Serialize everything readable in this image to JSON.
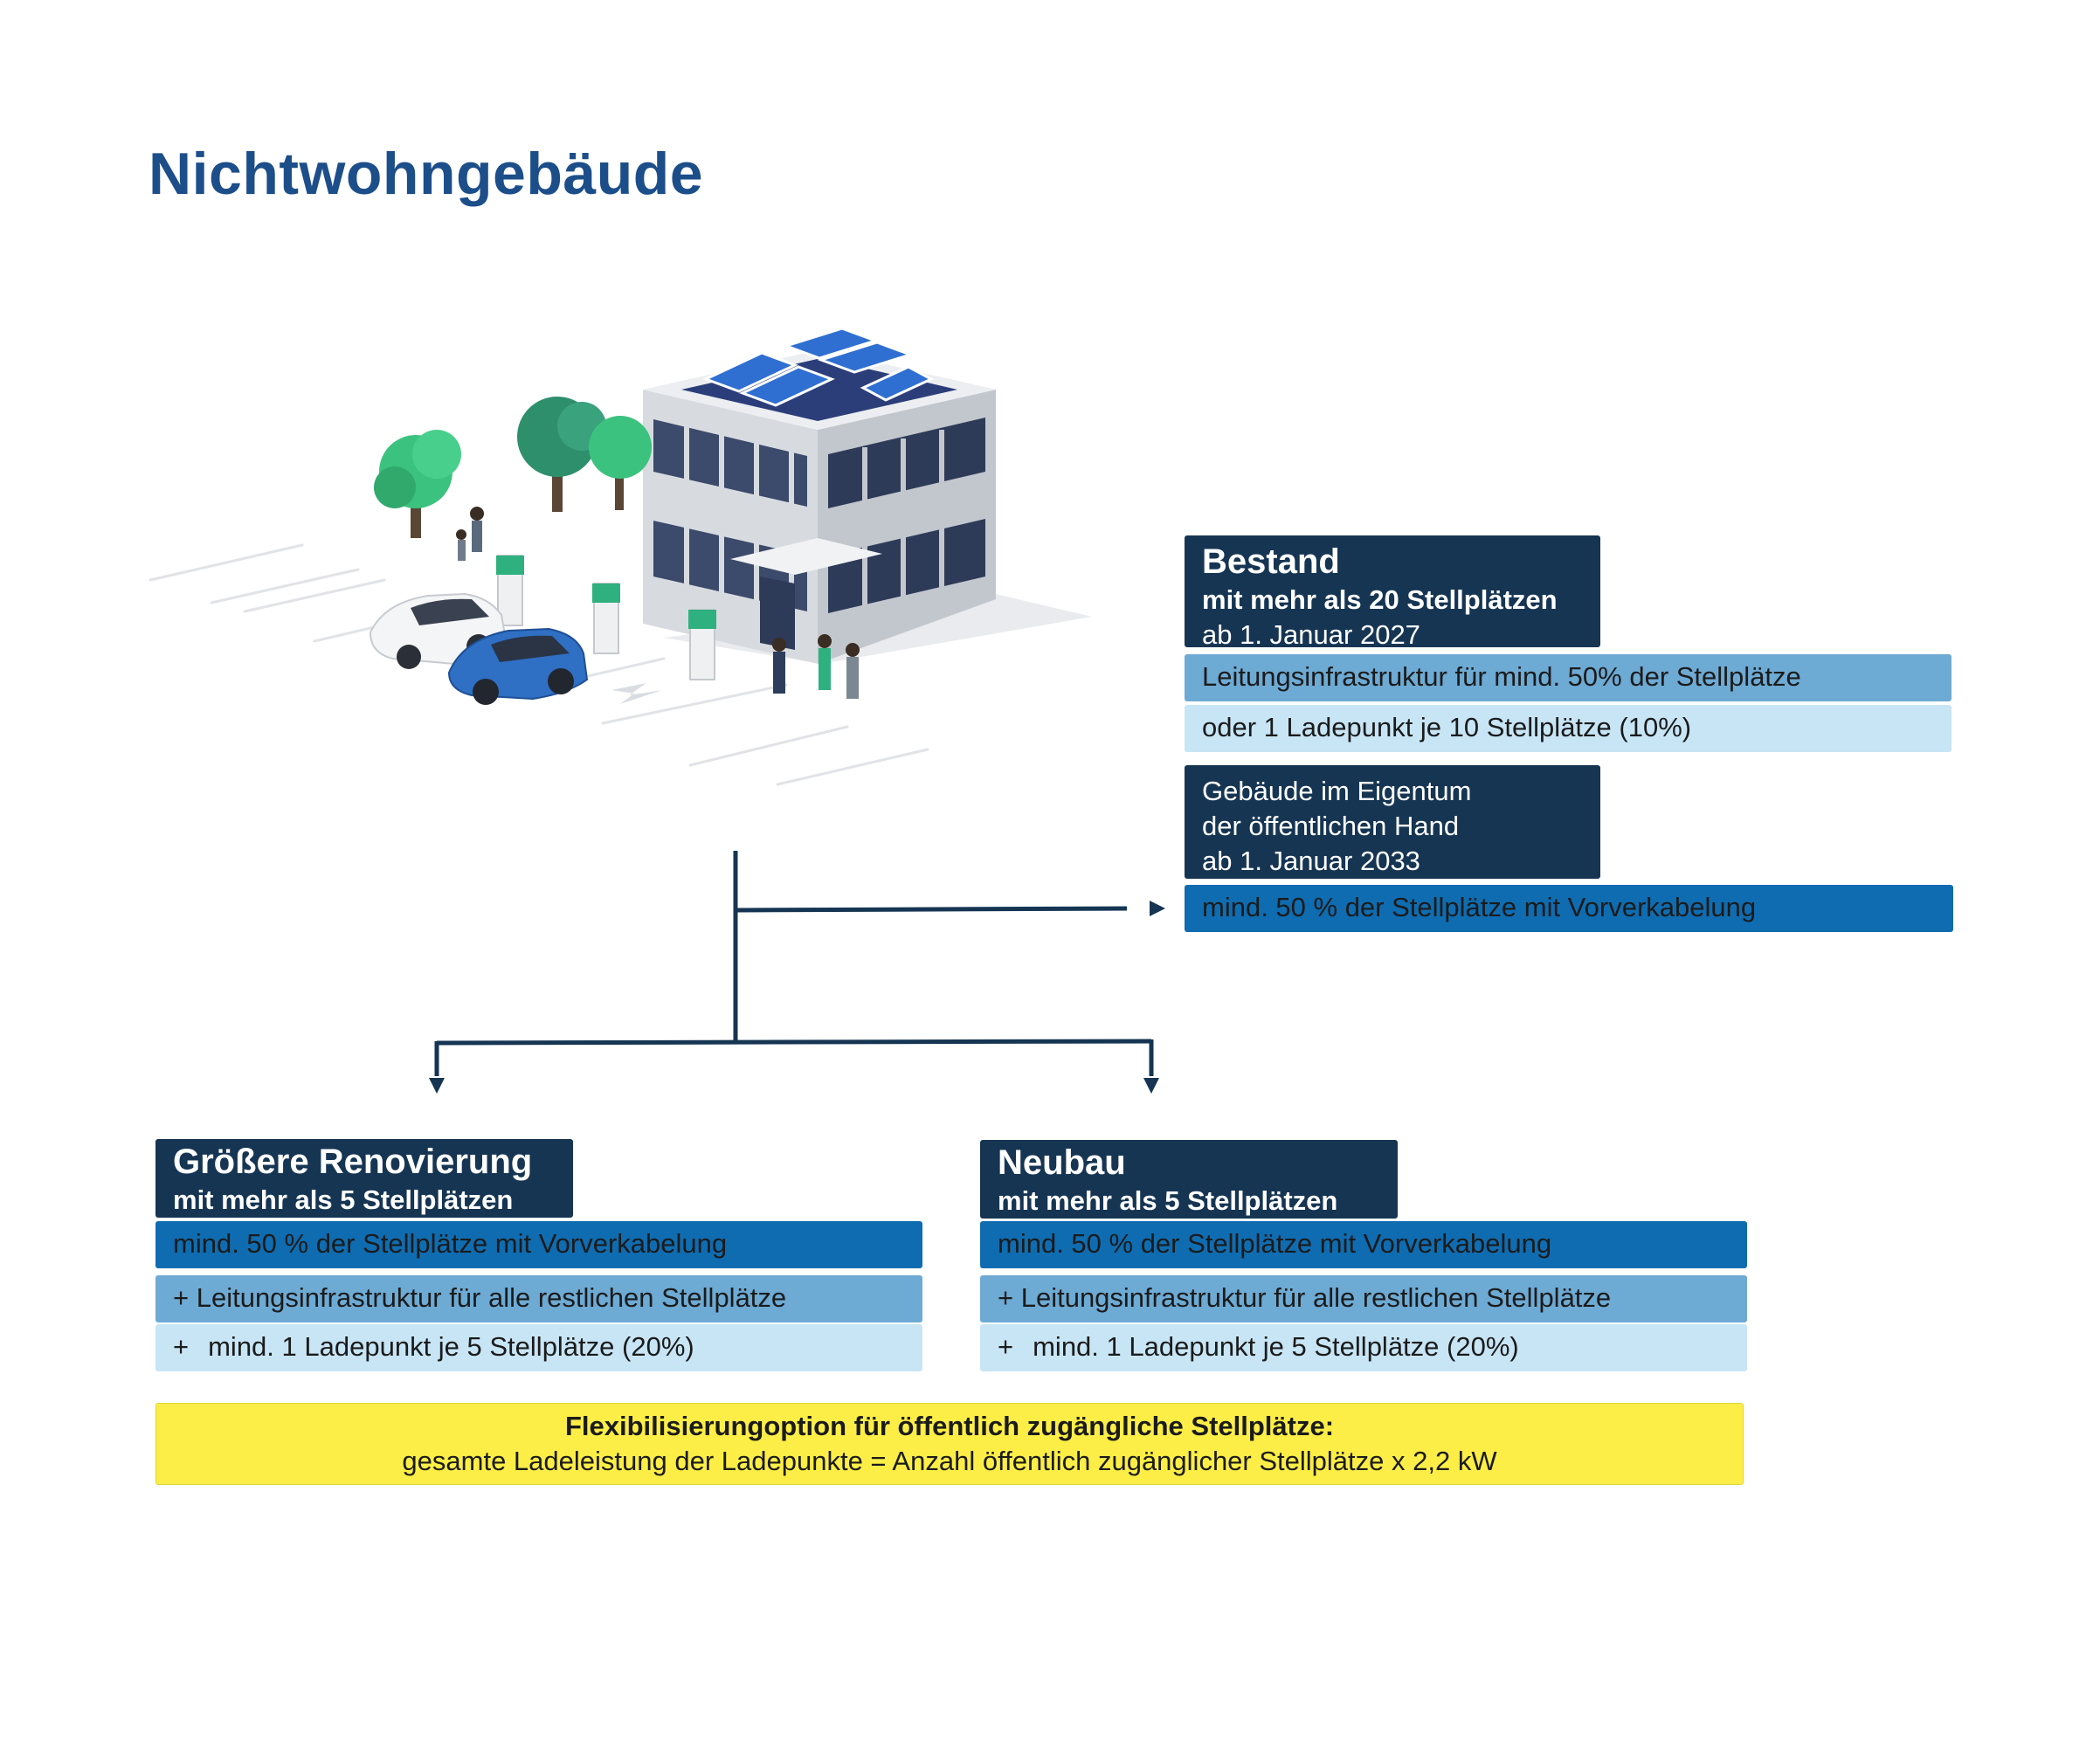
{
  "title": "Nichtwohngebäude",
  "bestand": {
    "title": "Bestand",
    "subtitle": "mit mehr als 20 Stellplätzen",
    "date": "ab 1. Januar 2027",
    "rows": [
      "Leitungsinfrastruktur für mind. 50% der Stellplätze",
      "oder 1 Ladepunkt je 10 Stellplätze (10%)"
    ]
  },
  "oeffentlich": {
    "line1": "Gebäude im Eigentum",
    "line2": "der öffentlichen Hand",
    "line3": "ab 1. Januar 2033",
    "row": "mind. 50 % der Stellplätze mit Vorverkabelung"
  },
  "renovierung": {
    "title": "Größere Renovierung",
    "subtitle": "mit mehr als 5 Stellplätzen",
    "row1": "mind. 50 % der Stellplätze mit Vorverkabelung",
    "row2": "+ Leitungsinfrastruktur für alle restlichen Stellplätze",
    "row3_plus": "+",
    "row3": "mind. 1 Ladepunkt je 5 Stellplätze (20%)"
  },
  "neubau": {
    "title": "Neubau",
    "subtitle": "mit mehr als 5 Stellplätzen",
    "row1": "mind. 50 % der Stellplätze mit Vorverkabelung",
    "row2": "+ Leitungsinfrastruktur für alle restlichen Stellplätze",
    "row3_plus": "+",
    "row3": "mind. 1 Ladepunkt je 5 Stellplätze (20%)"
  },
  "flex": {
    "line1": "Flexibilisierungoption für öffentlich zugängliche Stellplätze:",
    "line2": "gesamte Ladeleistung der Ladepunkte = Anzahl öffentlich zugänglicher Stellplätze x 2,2 kW"
  },
  "colors": {
    "title": "#1c4e8a",
    "header_box": "#163553",
    "dark_blue": "#0f6cb1",
    "mid_blue": "#6daad4",
    "light_blue": "#c7e5f5",
    "yellow": "#fcee46"
  },
  "illustration": {
    "icon": "office-building-ev-charging-illustration"
  }
}
